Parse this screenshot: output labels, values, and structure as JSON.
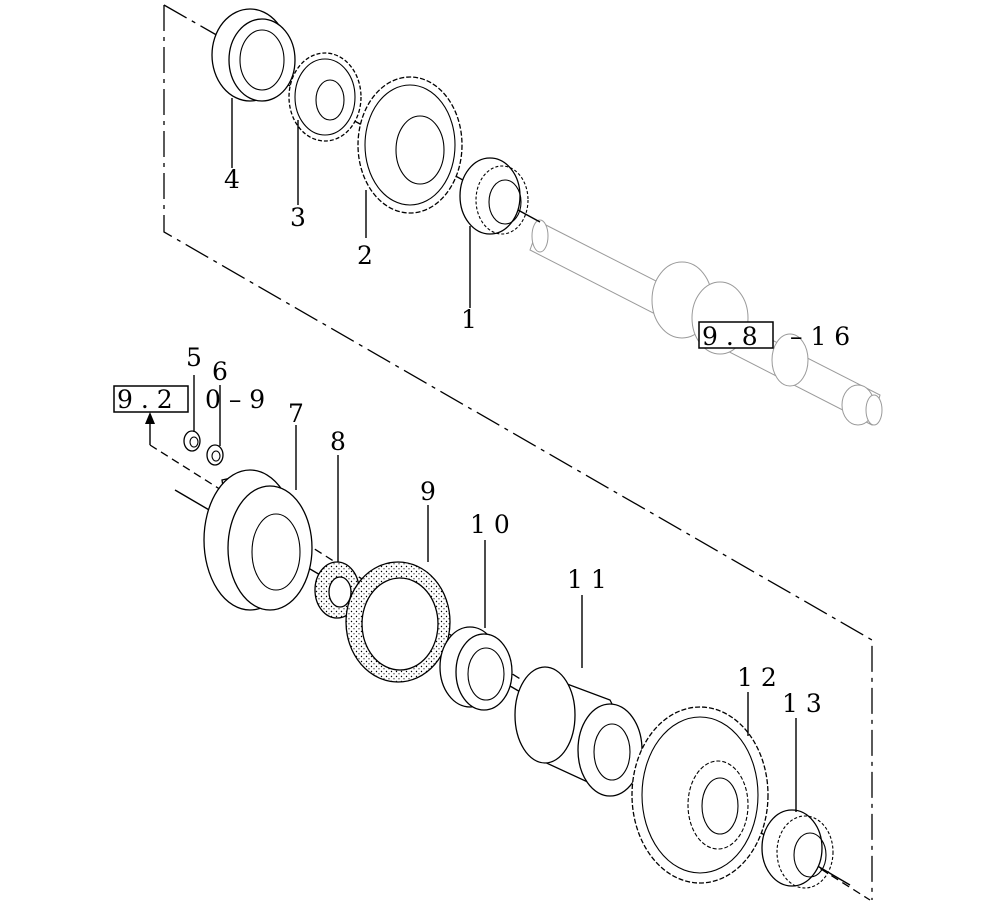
{
  "part_labels": {
    "p1": "1",
    "p2": "2",
    "p3": "3",
    "p4": "4",
    "p5": "5",
    "p6": "6",
    "p7": "7",
    "p8": "8",
    "p9": "9",
    "p10": "1 0",
    "p11": "1 1",
    "p12": "1 2",
    "p13": "1 3"
  },
  "references": {
    "ref_upper": {
      "boxed": "9 . 8",
      "rest": "– 1 6"
    },
    "ref_left": {
      "boxed": "9 . 2",
      "rest": "0 – 9"
    }
  }
}
